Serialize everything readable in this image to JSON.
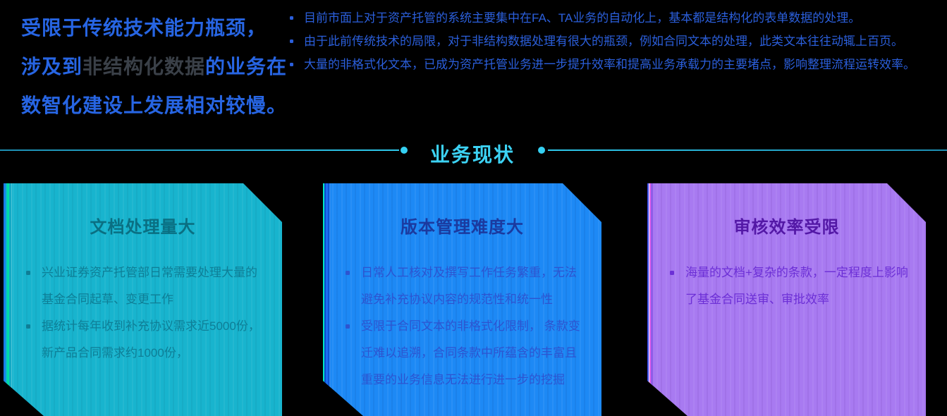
{
  "headline": {
    "line1": "受限于传统技术能力瓶颈，",
    "line2_pre": "涉及到",
    "line2_highlight": "非结构化数据",
    "line2_post": "的业务在",
    "line3": "数智化建设上发展相对较慢。"
  },
  "top_bullets": {
    "items": [
      "目前市面上对于资产托管的系统主要集中在FA、TA业务的自动化上，基本都是结构化的表单数据的处理。",
      "由于此前传统技术的局限，对于非结构数据处理有很大的瓶颈，例如合同文本的处理，此类文本往往动辄上百页。",
      "大量的非格式化文本，已成为资产托管业务进一步提升效率和提高业务承载力的主要堵点，影响整理流程运转效率。"
    ]
  },
  "section": {
    "title": "业务现状"
  },
  "cards": [
    {
      "title": "文档处理量大",
      "bullets": [
        "兴业证券资产托管部日常需要处理大量的基金合同起草、变更工作",
        "据统计每年收到补充协议需求近5000份，新产品合同需求约1000份，"
      ],
      "body_color": "#18b4ce",
      "title_color": "#0a6f82",
      "text_color": "#0e7e96"
    },
    {
      "title": "版本管理难度大",
      "bullets": [
        "日常人工核对及撰写工作任务繁重，无法避免补充协议内容的规范性和统一性",
        "受限于合同文本的非格式化限制， 条款变迁难以追溯，合同条款中所蕴含的丰富且重要的业务信息无法进行进一步的挖掘"
      ],
      "body_color": "#1d89f5",
      "title_color": "#1b3a9f",
      "text_color": "#2d54d0"
    },
    {
      "title": "审核效率受限",
      "bullets": [
        "海量的文档+复杂的条款，一定程度上影响了基金合同送审、审批效率"
      ],
      "body_color": "#a87af1",
      "title_color": "#5318a6",
      "text_color": "#6c2fd6"
    }
  ],
  "colors": {
    "background": "#000000",
    "headline_blue": "#2765e3",
    "headline_highlight_gray": "#3a4048",
    "top_bullets_blue": "#2b5fdc",
    "section_title_cyan": "#3cd2f4",
    "divider_line_cyan": "#2ec9ec",
    "divider_dot_cyan": "#35d0f2"
  }
}
